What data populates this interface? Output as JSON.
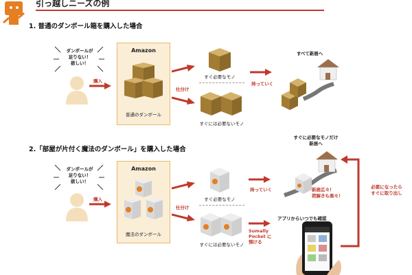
{
  "header": {
    "title": "引っ越しニーズの例"
  },
  "section1": {
    "title": "1. 普通のダンボール箱を購入した場合",
    "bubble": [
      "ダンボールが",
      "足りない！",
      "欲しい！"
    ],
    "buy": "購入",
    "amazon": "Amazon",
    "box_caption": "普通のダンボール",
    "sort": "仕分け",
    "needed_now": "すぐ必要なモノ",
    "not_needed": "すぐには必要ないモノ",
    "take": "持っていく",
    "to_new_home": "すべて新居へ"
  },
  "section2": {
    "title": "2.「部屋が片付く魔法のダンボール」を購入した場合",
    "bubble": [
      "ダンボールが",
      "足りない！",
      "欲しい！"
    ],
    "buy": "購入",
    "amazon": "Amazon",
    "box_caption": "魔法のダンボール",
    "sort": "仕分け",
    "needed_now": "すぐ必要なモノ",
    "not_needed": "すぐには必要ないモノ",
    "take": "持っていく",
    "to_new_home": [
      "すぐに必要なモノだけ",
      "新居へ"
    ],
    "new_home_note": [
      "新居広々！",
      "荷解きも楽々！"
    ],
    "deposit": [
      "Sumally",
      "Pocket に",
      "預ける"
    ],
    "app_anytime": "アプリからいつでも確認",
    "retrieve": [
      "必要になったら",
      "すぐに取り出し"
    ]
  },
  "colors": {
    "accent": "#c0392b",
    "box": "#b98f3f",
    "amazon_bg": "#fbeed7"
  }
}
